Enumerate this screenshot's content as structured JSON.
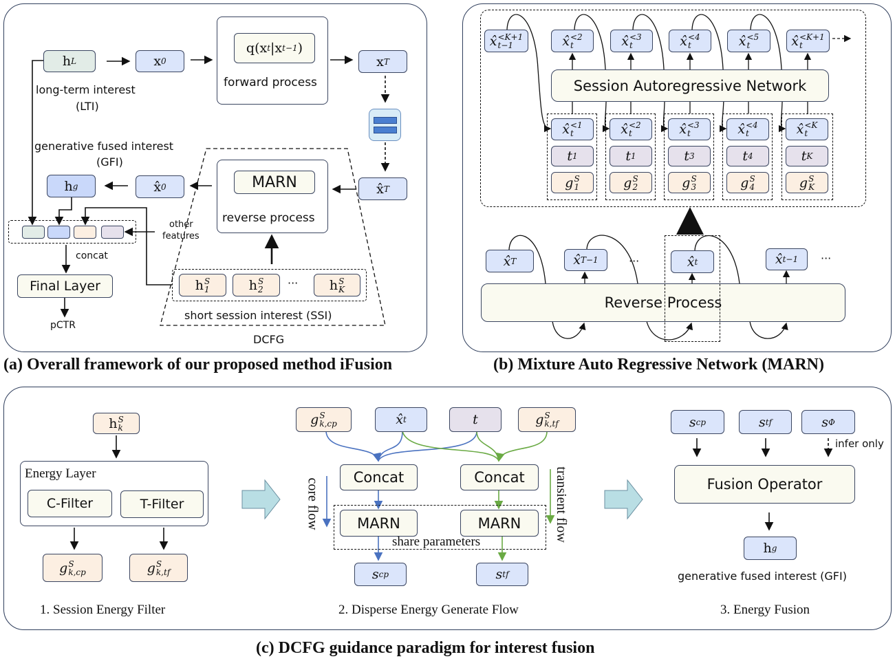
{
  "panel_a": {
    "caption": "(a) Overall framework of our proposed method iFusion",
    "h_L": {
      "b": "h",
      "sup": "L"
    },
    "x0": {
      "b": "x",
      "sub": "0"
    },
    "q": {
      "b": "q(x",
      "sub": "t",
      "b2": "|x",
      "sub2": "t−1",
      "b3": ")"
    },
    "forward_process": "forward process",
    "xT": {
      "b": "x",
      "sub": "T"
    },
    "xhat_T": {
      "b": "x̂",
      "sub": "T"
    },
    "marn": "MARN",
    "reverse_process": "reverse process",
    "xhat_0": {
      "b": "x̂",
      "sub": "0"
    },
    "h_g": {
      "b": "h",
      "sup": "g"
    },
    "lti_label": "long-term interest",
    "lti_abbr": "(LTI)",
    "gfi_label": "generative fused interest",
    "gfi_abbr": "(GFI)",
    "other_features": [
      "other",
      "features"
    ],
    "concat": "concat",
    "final_layer": "Final Layer",
    "pctr": "pCTR",
    "ssi": [
      {
        "b": "h",
        "sup": "S",
        "sub": "1"
      },
      {
        "b": "h",
        "sup": "S",
        "sub": "2"
      },
      {
        "b": "h",
        "sup": "S",
        "sub": "K"
      }
    ],
    "ellipsis": "···",
    "ssi_label": "short session interest (SSI)",
    "dcfg": "DCFG"
  },
  "panel_b": {
    "caption": "(b) Mixture Auto Regressive Network (MARN)",
    "top_row": [
      {
        "b": "x̂",
        "sup": "<K+1",
        "sub": "t−1"
      },
      {
        "b": "x̂",
        "sup": "<2",
        "sub": "t"
      },
      {
        "b": "x̂",
        "sup": "<3",
        "sub": "t"
      },
      {
        "b": "x̂",
        "sup": "<4",
        "sub": "t"
      },
      {
        "b": "x̂",
        "sup": "<5",
        "sub": "t"
      },
      {
        "b": "x̂",
        "sup": "<K+1",
        "sub": "t"
      }
    ],
    "san": "Session Autoregressive Network",
    "groups": [
      {
        "x": {
          "b": "x̂",
          "sup": "<1",
          "sub": "t"
        },
        "t": {
          "b": "t",
          "sub": "1"
        },
        "g": {
          "b": "g",
          "sup": "S",
          "sub": "1"
        }
      },
      {
        "x": {
          "b": "x̂",
          "sup": "<2",
          "sub": "t"
        },
        "t": {
          "b": "t",
          "sub": "1"
        },
        "g": {
          "b": "g",
          "sup": "S",
          "sub": "2"
        }
      },
      {
        "x": {
          "b": "x̂",
          "sup": "<3",
          "sub": "t"
        },
        "t": {
          "b": "t",
          "sub": "3"
        },
        "g": {
          "b": "g",
          "sup": "S",
          "sub": "3"
        }
      },
      {
        "x": {
          "b": "x̂",
          "sup": "<4",
          "sub": "t"
        },
        "t": {
          "b": "t",
          "sub": "4"
        },
        "g": {
          "b": "g",
          "sup": "S",
          "sub": "4"
        }
      },
      {
        "x": {
          "b": "x̂",
          "sup": "<K",
          "sub": "t"
        },
        "t": {
          "b": "t",
          "sub": "K"
        },
        "g": {
          "b": "g",
          "sup": "S",
          "sub": "K"
        }
      }
    ],
    "bottom_row": [
      {
        "b": "x̂",
        "sub": "T"
      },
      {
        "b": "x̂",
        "sub": "T−1"
      },
      {
        "b": "x̂",
        "sub": "t"
      },
      {
        "b": "x̂",
        "sub": "t−1"
      }
    ],
    "ellipsis": "···",
    "reverse_process": "Reverse Process"
  },
  "panel_c": {
    "caption": "(c) DCFG guidance paradigm for interest fusion",
    "step1": {
      "title": "1. Session Energy Filter",
      "h_k": {
        "b": "h",
        "sup": "S",
        "sub": "k"
      },
      "energy_layer": "Energy Layer",
      "c_filter": "C-Filter",
      "t_filter": "T-Filter",
      "g_cp": {
        "b": "g",
        "sup": "S",
        "sub": "k,cp"
      },
      "g_tf": {
        "b": "g",
        "sup": "S",
        "sub": "k,tf"
      }
    },
    "step2": {
      "title": "2. Disperse Energy Generate Flow",
      "g_cp": {
        "b": "g",
        "sup": "S",
        "sub": "k,cp"
      },
      "x_t": {
        "b": "x̂",
        "sub": "t"
      },
      "t": "t",
      "g_tf": {
        "b": "g",
        "sup": "S",
        "sub": "k,tf"
      },
      "concat": "Concat",
      "marn": "MARN",
      "share_parameters": "share parameters",
      "core_flow": "core flow",
      "transient_flow": "transient flow",
      "s_cp": {
        "b": "s",
        "sub": "cp"
      },
      "s_tf": {
        "b": "s",
        "sub": "tf"
      }
    },
    "step3": {
      "title": "3. Energy Fusion",
      "s_cp": {
        "b": "s",
        "sub": "cp"
      },
      "s_tf": {
        "b": "s",
        "sub": "tf"
      },
      "s_phi": {
        "b": "s",
        "sub": "Φ"
      },
      "infer_only": "infer only",
      "fusion_operator": "Fusion Operator",
      "h_g": {
        "b": "h",
        "sup": "g"
      },
      "gfi_label": "generative fused interest (GFI)"
    }
  },
  "colors": {
    "blue_box": "#dbe5fb",
    "green_box": "#e2ece7",
    "peach_box": "#fcefe2",
    "lavender_box": "#e6e1ec",
    "cream_box": "#fafaf0",
    "core_flow": "#4a72c0",
    "transient_flow": "#6aaa44",
    "big_arrow": "#b9dee4"
  }
}
